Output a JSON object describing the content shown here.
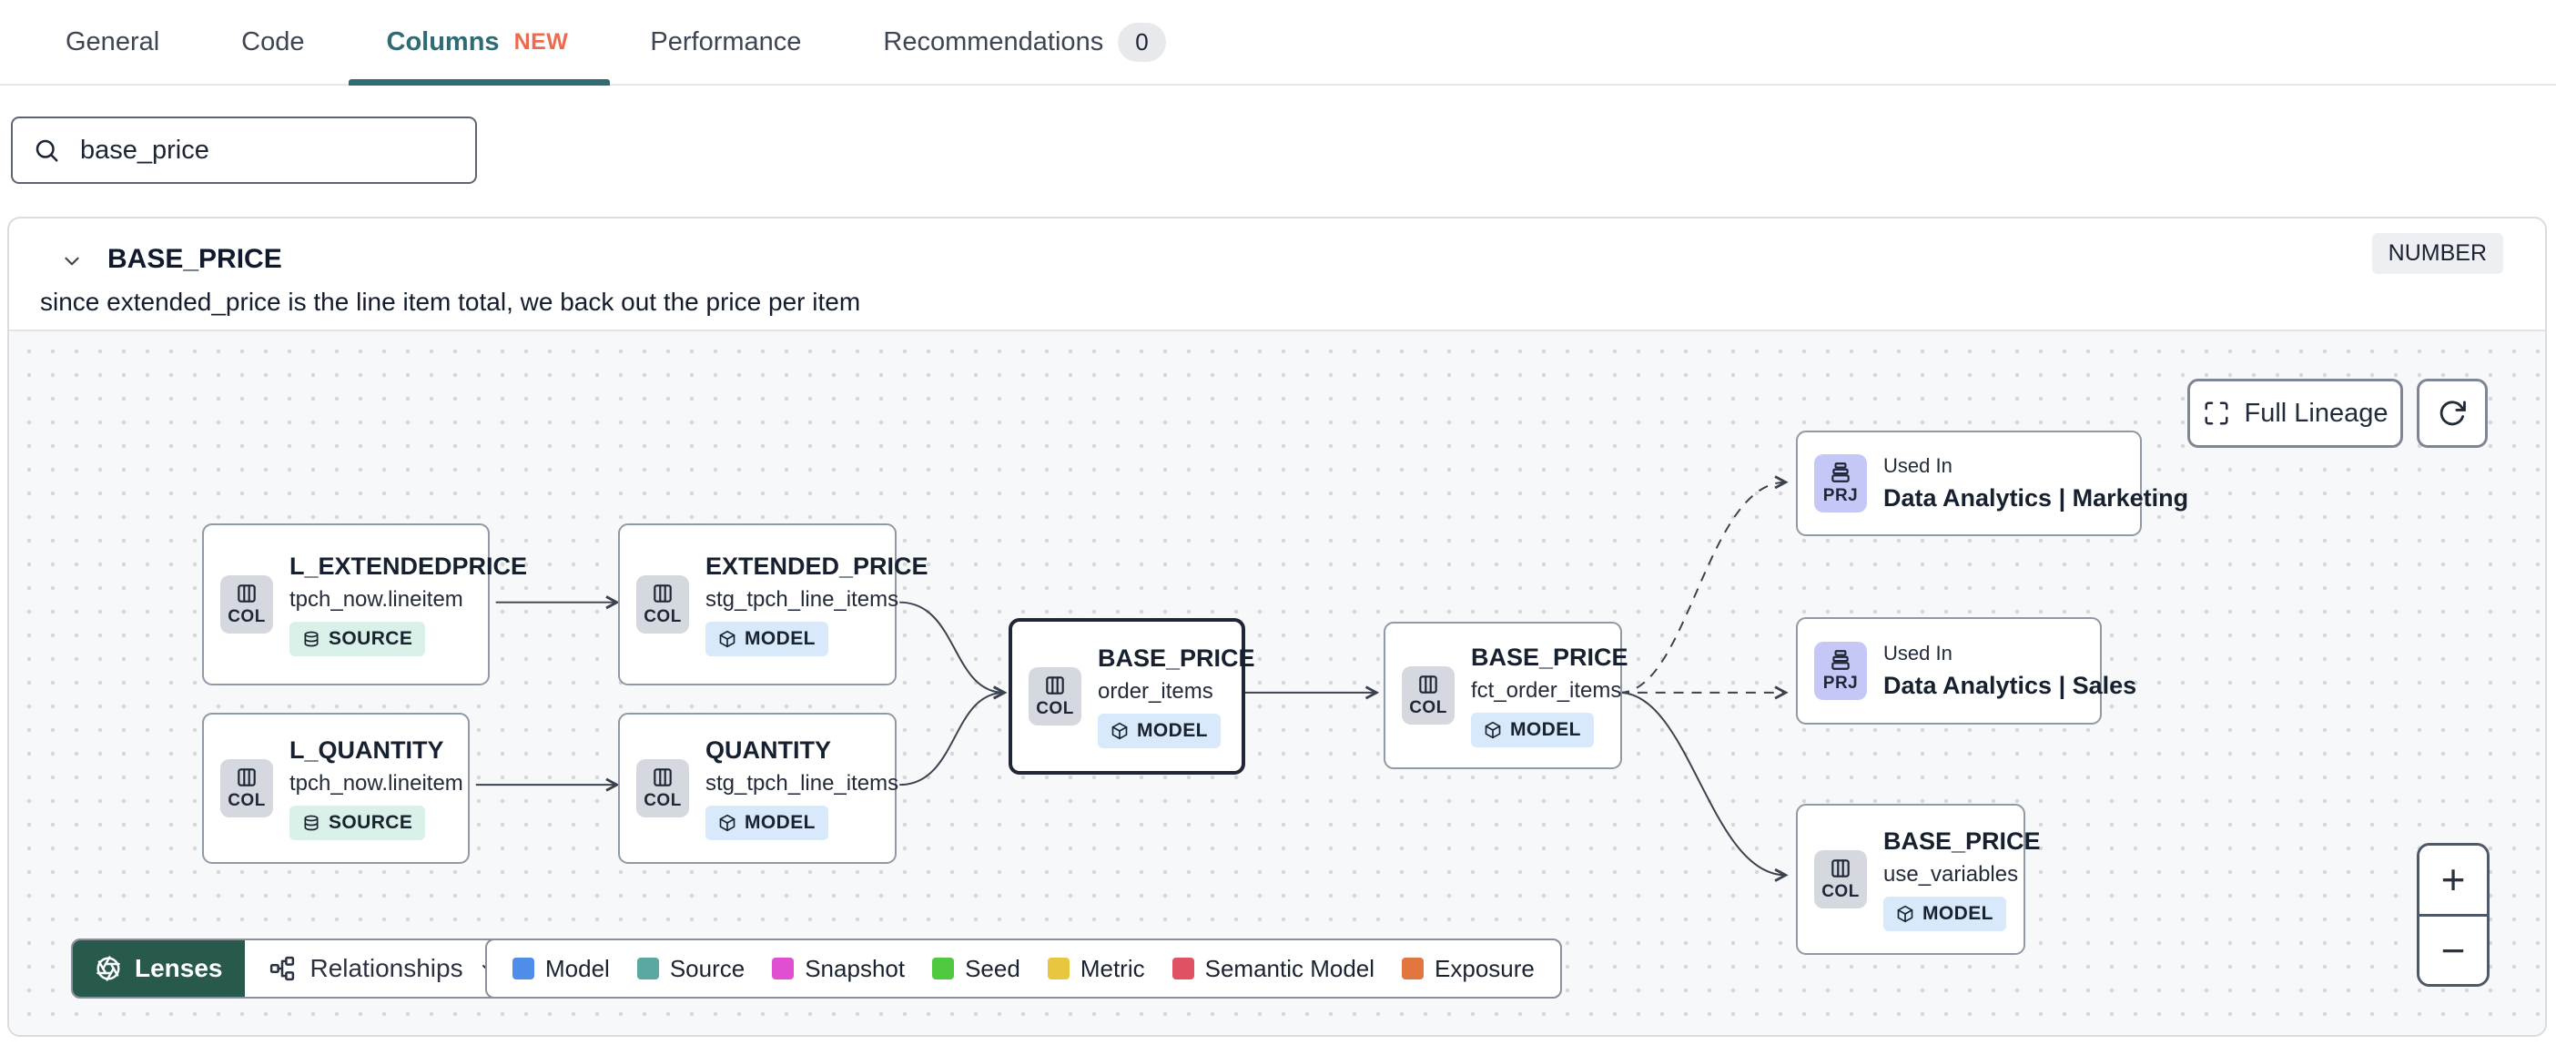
{
  "colors": {
    "accent": "#2E6B72",
    "new": "#ED6A4E",
    "lenses": "#275A4D",
    "model_badge": "#D8E9FB",
    "source_badge": "#D9F1E9",
    "col_chip": "#D5D8DF",
    "prj_chip": "#C5C8F7",
    "selected_border": "#1F2737",
    "edge": "#3A4250"
  },
  "tabs": {
    "items": [
      {
        "label": "General"
      },
      {
        "label": "Code"
      },
      {
        "label": "Columns",
        "badge": "NEW",
        "active": true
      },
      {
        "label": "Performance"
      },
      {
        "label": "Recommendations",
        "count": "0"
      }
    ]
  },
  "search": {
    "value": "base_price"
  },
  "column_header": {
    "name": "BASE_PRICE",
    "type": "NUMBER",
    "description": "since extended_price is the line item total, we back out the price per item"
  },
  "lineage": {
    "toolbar": {
      "full_lineage": "Full Lineage"
    },
    "zoom": {
      "in": "+",
      "out": "−"
    },
    "nodes": [
      {
        "title": "L_EXTENDEDPRICE",
        "subtitle": "tpch_now.lineitem",
        "chip": "COL",
        "badge": "SOURCE"
      },
      {
        "title": "EXTENDED_PRICE",
        "subtitle": "stg_tpch_line_items",
        "chip": "COL",
        "badge": "MODEL"
      },
      {
        "title": "L_QUANTITY",
        "subtitle": "tpch_now.lineitem",
        "chip": "COL",
        "badge": "SOURCE"
      },
      {
        "title": "QUANTITY",
        "subtitle": "stg_tpch_line_items",
        "chip": "COL",
        "badge": "MODEL"
      },
      {
        "title": "BASE_PRICE",
        "subtitle": "order_items",
        "chip": "COL",
        "badge": "MODEL",
        "selected": true
      },
      {
        "title": "BASE_PRICE",
        "subtitle": "fct_order_items",
        "chip": "COL",
        "badge": "MODEL"
      },
      {
        "title": "Used In",
        "subtitle": "Data Analytics | Marketing",
        "chip": "PRJ"
      },
      {
        "title": "Used In",
        "subtitle": "Data Analytics | Sales",
        "chip": "PRJ"
      },
      {
        "title": "BASE_PRICE",
        "subtitle": "use_variables",
        "chip": "COL",
        "badge": "MODEL"
      }
    ],
    "footer": {
      "lenses": "Lenses",
      "relationships": "Relationships"
    },
    "legend": [
      {
        "label": "Model",
        "color": "#4E8EE9"
      },
      {
        "label": "Source",
        "color": "#5AA8A2"
      },
      {
        "label": "Snapshot",
        "color": "#E04FD1"
      },
      {
        "label": "Seed",
        "color": "#4FC940"
      },
      {
        "label": "Metric",
        "color": "#E9C640"
      },
      {
        "label": "Semantic Model",
        "color": "#E05263"
      },
      {
        "label": "Exposure",
        "color": "#E2763F"
      }
    ]
  }
}
